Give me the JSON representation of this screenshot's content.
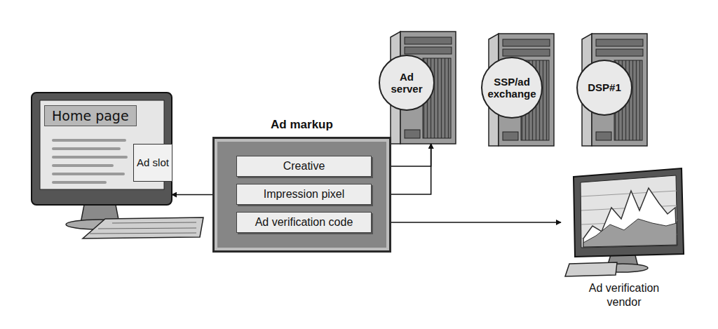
{
  "diagram": {
    "nodes": [
      {
        "text": [
          "Home page"
        ]
      },
      {
        "text": [
          "Ad slot"
        ],
        "in": 0
      },
      {
        "text": [
          "Ad markup"
        ]
      },
      {
        "text": [
          "Creative"
        ],
        "in": 2
      },
      {
        "text": [
          "Impression pixel"
        ],
        "in": 2
      },
      {
        "text": [
          "Ad verification code"
        ],
        "in": 2
      },
      {
        "text": [
          "Ad server"
        ]
      },
      {
        "text": [
          "SSP/ad exchange"
        ]
      },
      {
        "text": [
          "DSP#1"
        ]
      },
      {
        "text": [
          "Ad verification vendor"
        ]
      }
    ],
    "edges": [
      {
        "from": 2,
        "to": 0,
        "arrow": "to"
      },
      {
        "from": 6,
        "to": 3,
        "arrow": "both"
      },
      {
        "from": 6,
        "to": 4,
        "arrow": "both"
      },
      {
        "from": 5,
        "to": 9,
        "arrow": "both"
      }
    ]
  }
}
